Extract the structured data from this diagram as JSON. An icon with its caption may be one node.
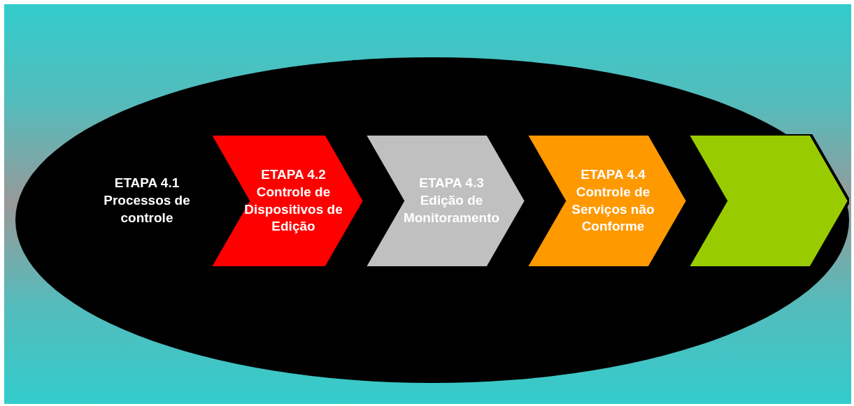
{
  "diagram": {
    "nodes": [
      {
        "text": [],
        "shape": "ellipse"
      },
      {
        "text": [
          "ETAPA 4.1",
          "Processos de controle"
        ],
        "in": 0
      },
      {
        "text": [
          "ETAPA 4.2",
          "Controle de Dispositivos de Edição"
        ],
        "in": 0
      },
      {
        "text": [
          "ETAPA 4.3",
          "Edição de Monitoramento"
        ],
        "in": 0
      },
      {
        "text": [
          "ETAPA 4.4",
          "Controle de Serviços não Conforme"
        ],
        "in": 0
      },
      {
        "text": [],
        "shape": "chevron",
        "in": 0
      }
    ]
  }
}
